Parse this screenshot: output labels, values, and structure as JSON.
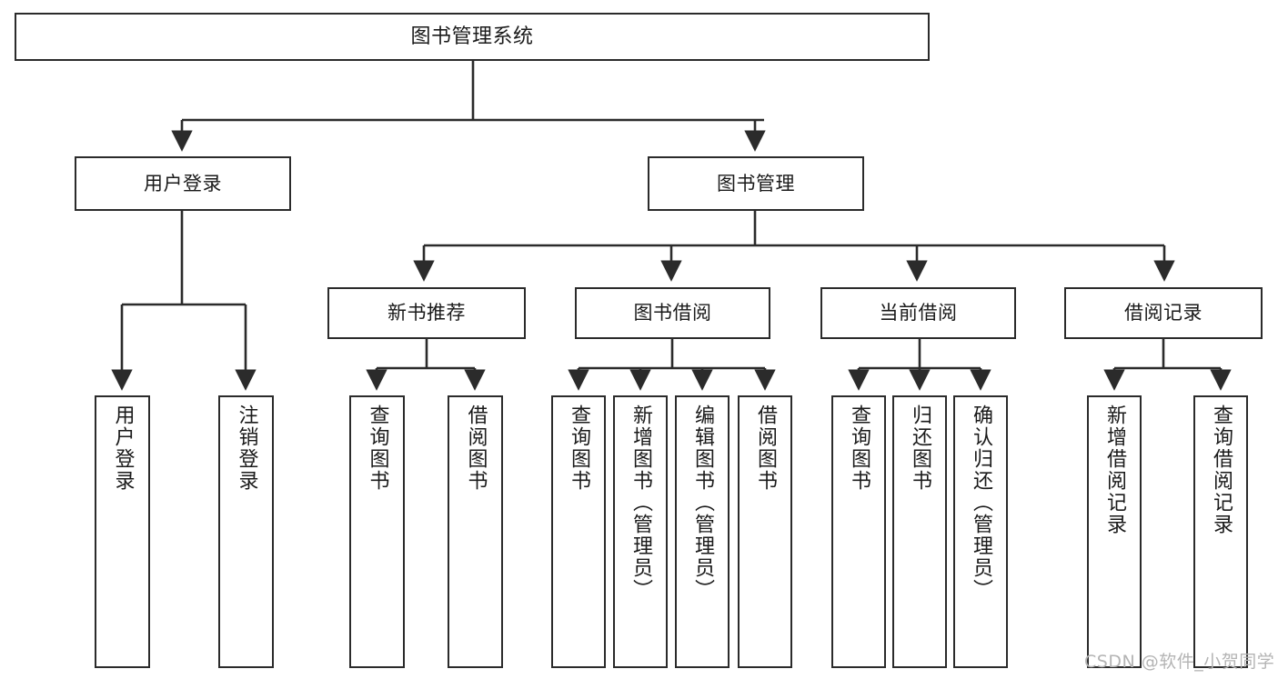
{
  "diagram": {
    "type": "tree-hierarchy-chart",
    "title": "图书管理系统",
    "watermark": "CSDN @软件_小贺同学",
    "colors": {
      "stroke": "#2b2b2b",
      "fill": "#ffffff",
      "text": "#1a1a1a",
      "watermark": "#b4b4b4"
    },
    "nodes": {
      "root": {
        "label": "图书管理系统"
      },
      "level1": [
        {
          "id": "user-login",
          "label": "用户登录"
        },
        {
          "id": "book-manage",
          "label": "图书管理"
        }
      ],
      "level2": [
        {
          "id": "new-book-recommend",
          "label": "新书推荐"
        },
        {
          "id": "book-borrow",
          "label": "图书借阅"
        },
        {
          "id": "current-borrow",
          "label": "当前借阅"
        },
        {
          "id": "borrow-record",
          "label": "借阅记录"
        }
      ],
      "leaves": {
        "user_login": [
          {
            "id": "leaf-user-login",
            "label": "用户登录"
          },
          {
            "id": "leaf-logout-login",
            "label": "注销登录"
          }
        ],
        "new_book_recommend": [
          {
            "id": "leaf-query-book-1",
            "label": "查询图书"
          },
          {
            "id": "leaf-borrow-book-1",
            "label": "借阅图书"
          }
        ],
        "book_borrow": [
          {
            "id": "leaf-query-book-2",
            "label": "查询图书"
          },
          {
            "id": "leaf-add-book",
            "label": "新增图书（管理员）"
          },
          {
            "id": "leaf-edit-book",
            "label": "编辑图书（管理员）"
          },
          {
            "id": "leaf-borrow-book-2",
            "label": "借阅图书"
          }
        ],
        "current_borrow": [
          {
            "id": "leaf-query-book-3",
            "label": "查询图书"
          },
          {
            "id": "leaf-return-book",
            "label": "归还图书"
          },
          {
            "id": "leaf-confirm-return",
            "label": "确认归还（管理员）"
          }
        ],
        "borrow_record": [
          {
            "id": "leaf-add-borrow-record",
            "label": "新增借阅记录"
          },
          {
            "id": "leaf-query-borrow-record",
            "label": "查询借阅记录"
          }
        ]
      }
    }
  }
}
